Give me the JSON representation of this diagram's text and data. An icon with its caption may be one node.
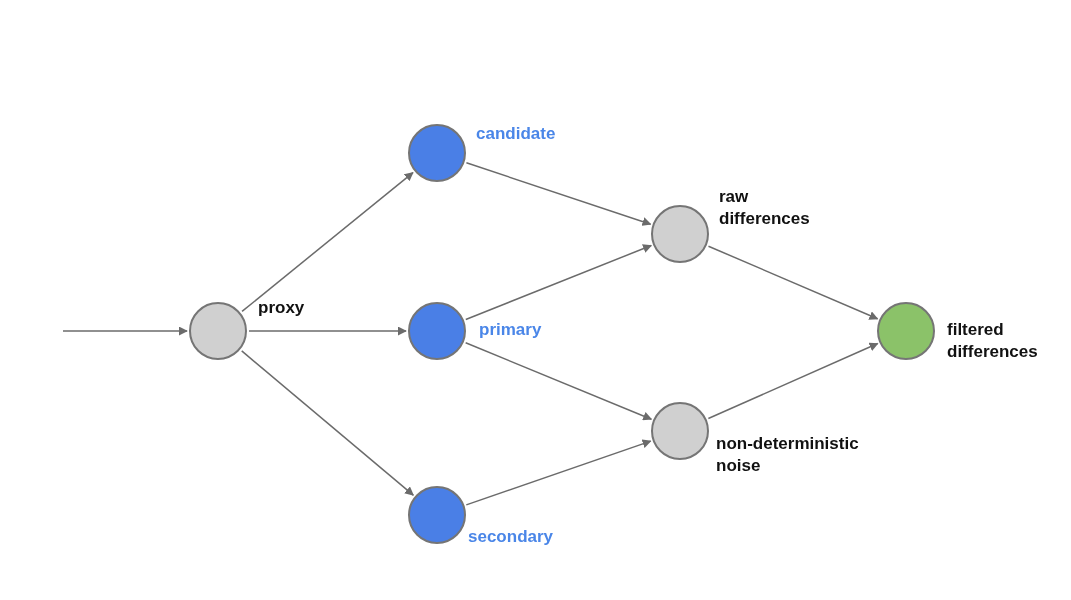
{
  "diagram": {
    "nodes": [
      {
        "text": [
          "proxy"
        ]
      },
      {
        "text": [
          "candidate"
        ]
      },
      {
        "text": [
          "primary"
        ]
      },
      {
        "text": [
          "secondary"
        ]
      },
      {
        "text": [
          "raw differences"
        ]
      },
      {
        "text": [
          "non-deterministic noise"
        ]
      },
      {
        "text": [
          "filtered differences"
        ]
      }
    ],
    "edges": [
      {
        "from": null,
        "to": 0,
        "arrow": "to"
      },
      {
        "from": 0,
        "to": 1,
        "arrow": "to"
      },
      {
        "from": 0,
        "to": 2,
        "arrow": "to"
      },
      {
        "from": 0,
        "to": 3,
        "arrow": "to"
      },
      {
        "from": 1,
        "to": 4,
        "arrow": "to"
      },
      {
        "from": 2,
        "to": 4,
        "arrow": "to"
      },
      {
        "from": 2,
        "to": 5,
        "arrow": "to"
      },
      {
        "from": 3,
        "to": 5,
        "arrow": "to"
      },
      {
        "from": 4,
        "to": 6,
        "arrow": "to"
      },
      {
        "from": 5,
        "to": 6,
        "arrow": "to"
      }
    ]
  }
}
